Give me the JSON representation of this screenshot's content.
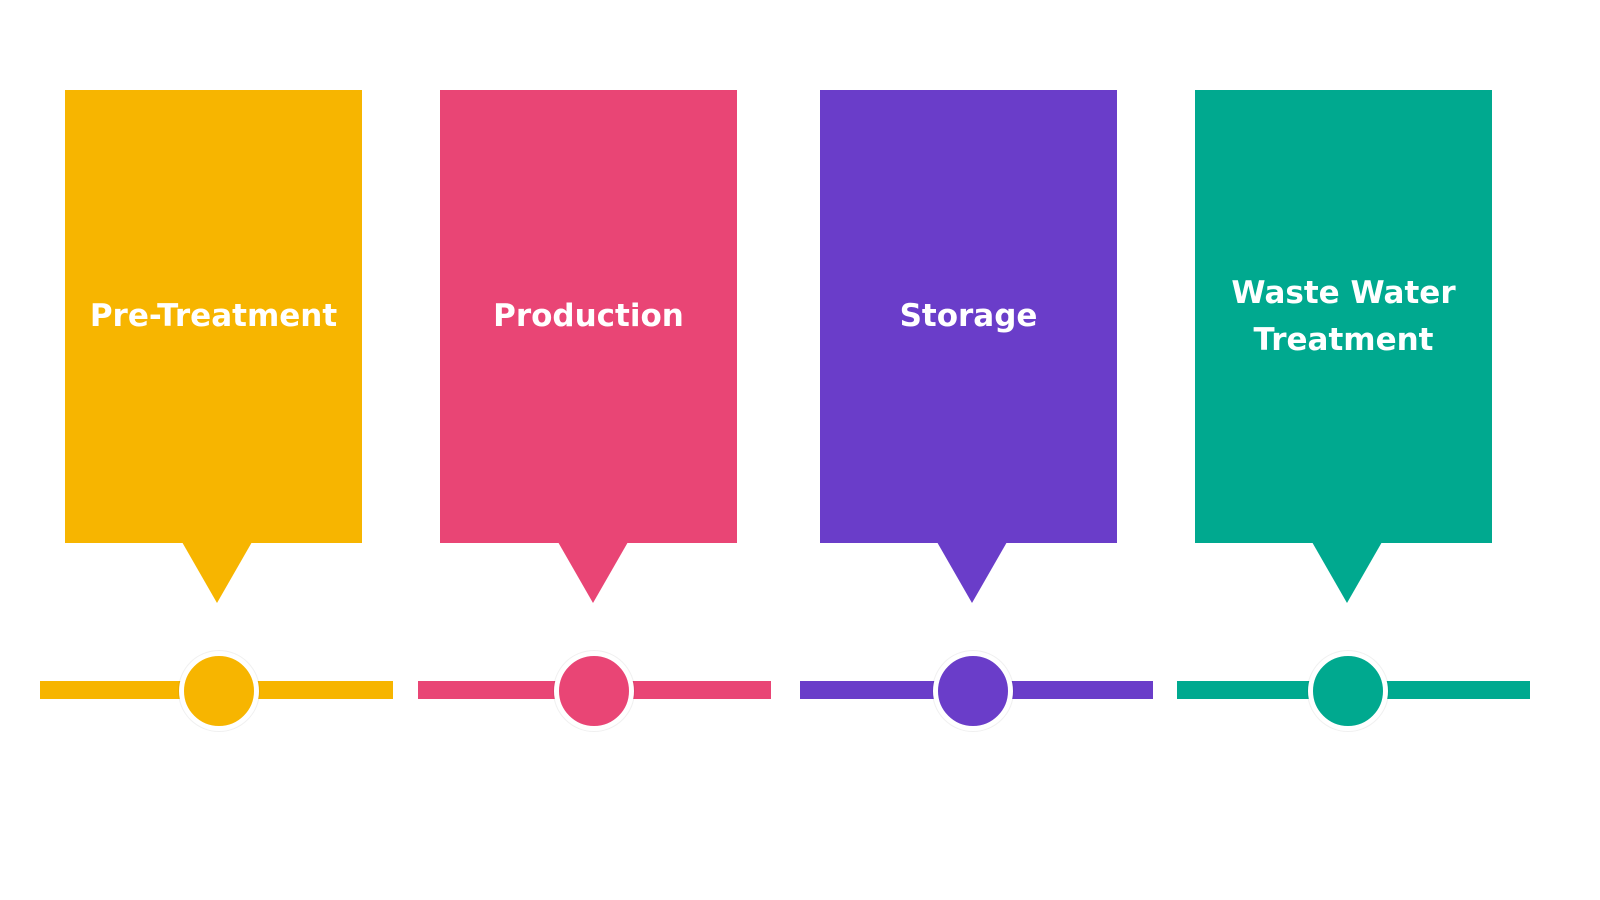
{
  "diagram": {
    "type": "process-timeline",
    "steps": [
      {
        "label_lines": [
          "Pre-Treatment"
        ],
        "color": "#F7B500"
      },
      {
        "label_lines": [
          "Production"
        ],
        "color": "#E94575"
      },
      {
        "label_lines": [
          "Storage"
        ],
        "color": "#6A3DC9"
      },
      {
        "label_lines": [
          "Waste Water",
          "Treatment"
        ],
        "color": "#00A98F"
      }
    ]
  }
}
